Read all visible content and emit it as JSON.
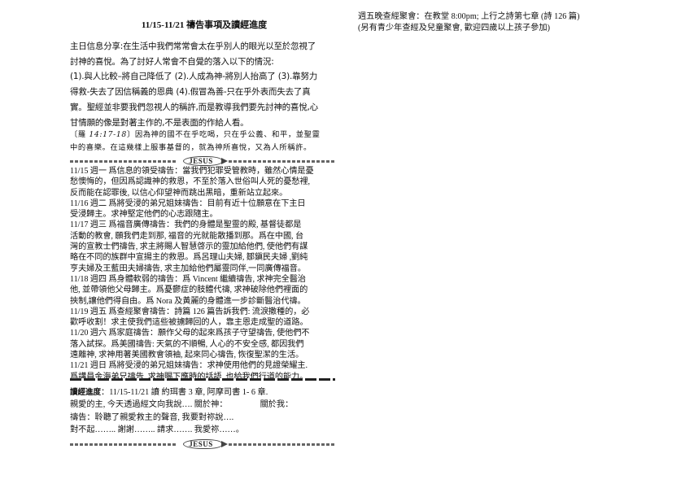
{
  "title": "11/15-11/21 禱告事項及讀經進度",
  "message_lines": [
    "主日信息分享:在生活中我們常常會太在乎別人的眼光以至於忽視了",
    "討神的喜悅。為了討好人常會不自覺的落入以下的情況:",
    "(1).與人比較–將自己降低了  (2).人成為神-將別人抬高了  (3).靠努力",
    "得救-失去了因信稱義的恩典  (4).假冒為善-只在乎外表而失去了真",
    "實。聖經並非要我們忽視人的稱許,而是教導我們要先討神的喜悅,心",
    "甘情願的像是對著主作的,不是表面的作給人看。"
  ],
  "verse": {
    "ref_open": "〔羅 ",
    "ref": "14:17-18",
    "ref_close": "〕",
    "line1": "因為神的國不在乎吃喝，只在乎公義、和平，並聖靈",
    "line2": "中的喜樂。在這幾樣上服事基督的，就為神所喜悅，又為人所稱許。"
  },
  "divider_text": "JESUS",
  "prayer_lines": [
    "11/15 週一  爲信息的領受禱告：當我們犯罪受管教時，雖然心情是憂",
    "愁懊悔的，但因爲認識神的救恩，不至於落入世俗叫人死的憂愁裡,",
    "反而能在認罪後, 以信心仰望神而跳出黑暗，重新站立起來。",
    "11/16  週二  爲將受浸的弟兄姐妹禱告：目前有近十位願意在下主日",
    "受浸歸主。求神堅定他們的心志跟隨主。",
    "11/17  週三  爲福音廣傳禱告：我們的身體是聖靈的殿, 基督徒都是",
    "活動的教會, 願我們走到那, 福音的光就能散播到那。爲在中國, 台",
    "灣的宣教士們禱告, 求主將賜人智慧啓示的靈加給他們, 使他們有謀",
    "略在不同的族群中宣揚主的救恩。爲呂理山夫婦, 鄒鎭民夫婦 ,劉純",
    "亨夫婦及王藍田夫婦禱告, 求主加給他們屬靈同伴,一同廣傳福音。",
    "11/18 週四  爲身體軟弱的禱告：爲 Vincent 繼續禱告, 求神完全醫治",
    "他, 並帶領他父母歸主。爲憂鬱症的肢體代禱, 求神破除他們裡面的",
    "挾制,讓他們得自由。爲 Nora 及黃麗的身體進一步診斷醫治代禱。",
    "11/19  週五  爲查經聚會禱告：詩篇 126 篇告訴我們: 流淚撒種的，必",
    "歡呼收割！求主使我們這些被擄歸回的人，靠主恩走成聖的道路。",
    "11/20  週六  爲家庭禱告：願作父母的起來爲孩子守望禱告, 使他們不",
    "落入試探。爲美國禱告: 天氣的不順暢, 人心的不安全感, 都因我們",
    "遠離神, 求神用著美國教會領袖, 起來同心禱告, 恢復聖潔的生活。",
    "11/21  週日  爲將受浸的弟兄姐妹禱告：求神使用他們的見證榮耀主.",
    "爲講員金海弟兄禱告, 求神賜下應時的話語, 也給我們行道的能力。"
  ],
  "reading": {
    "label": "讀經進度",
    "line1": "：11/15-11/21    讀  約珥書  3 章, 阿摩司書  1- 6 章.",
    "line2a": "親愛的主, 今天透過經文向我說….    關於神：",
    "line2b": "關於我：",
    "line3": "禱告：聆聽了親愛救主的聲音, 我要對祢說….",
    "line4": "對不起…….. 謝謝……..  請求…….     我愛祢……。"
  },
  "right": {
    "line1": "週五晚查經聚會：在教堂  8:00pm;  上行之詩第七章  (詩 126 篇)",
    "line2": "(另有青少年查經及兒童聚會, 歡迎四歲以上孩子參加)"
  }
}
